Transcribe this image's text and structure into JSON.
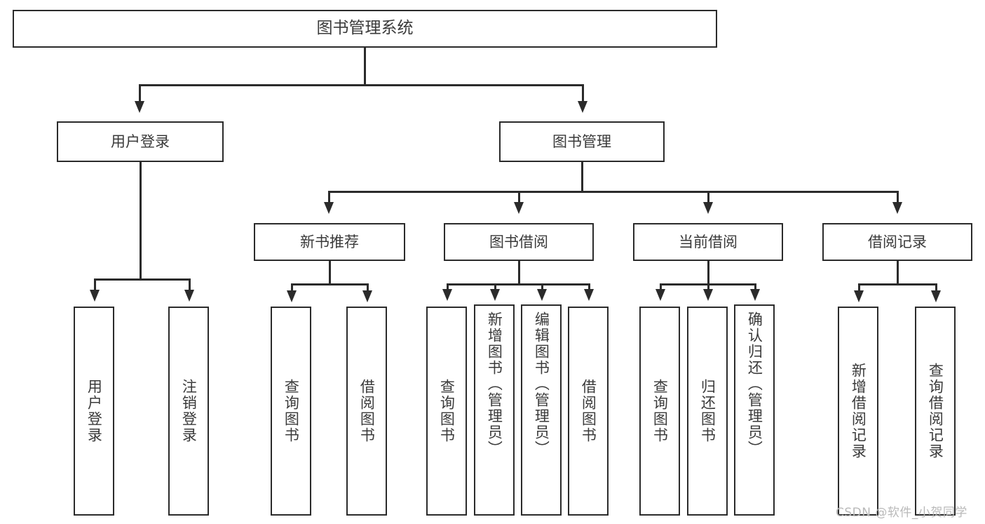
{
  "diagram": {
    "title": "图书管理系统",
    "type": "tree-hierarchy",
    "watermark": "CSDN @软件_小贺同学",
    "colors": {
      "box_border": "#2b2b2b",
      "box_fill": "#ffffff",
      "text": "#3a3a3a",
      "connector": "#2b2b2b",
      "watermark": "#b9b9b9",
      "background": "#ffffff"
    }
  },
  "nodes": {
    "root": {
      "label": "图书管理系统"
    },
    "level2": [
      {
        "id": "user-login",
        "label": "用户登录"
      },
      {
        "id": "book-management",
        "label": "图书管理"
      }
    ],
    "level3": [
      {
        "id": "new-book-recommend",
        "label": "新书推荐"
      },
      {
        "id": "book-borrow",
        "label": "图书借阅"
      },
      {
        "id": "current-borrow",
        "label": "当前借阅"
      },
      {
        "id": "borrow-record",
        "label": "借阅记录"
      }
    ],
    "leaves": {
      "user_login": [
        {
          "id": "leaf-user-login",
          "label": "用户登录"
        },
        {
          "id": "leaf-logout-login",
          "label": "注销登录"
        }
      ],
      "new_book_recommend": [
        {
          "id": "leaf-query-book-1",
          "label": "查询图书"
        },
        {
          "id": "leaf-borrow-book-1",
          "label": "借阅图书"
        }
      ],
      "book_borrow": [
        {
          "id": "leaf-query-book-2",
          "label": "查询图书"
        },
        {
          "id": "leaf-add-book-admin",
          "label": "新增图书（管理员）"
        },
        {
          "id": "leaf-edit-book-admin",
          "label": "编辑图书（管理员）"
        },
        {
          "id": "leaf-borrow-book-2",
          "label": "借阅图书"
        }
      ],
      "current_borrow": [
        {
          "id": "leaf-query-book-3",
          "label": "查询图书"
        },
        {
          "id": "leaf-return-book",
          "label": "归还图书"
        },
        {
          "id": "leaf-confirm-return-admin",
          "label": "确认归还（管理员）"
        }
      ],
      "borrow_record": [
        {
          "id": "leaf-add-borrow-record",
          "label": "新增借阅记录"
        },
        {
          "id": "leaf-query-borrow-record",
          "label": "查询借阅记录"
        }
      ]
    }
  }
}
